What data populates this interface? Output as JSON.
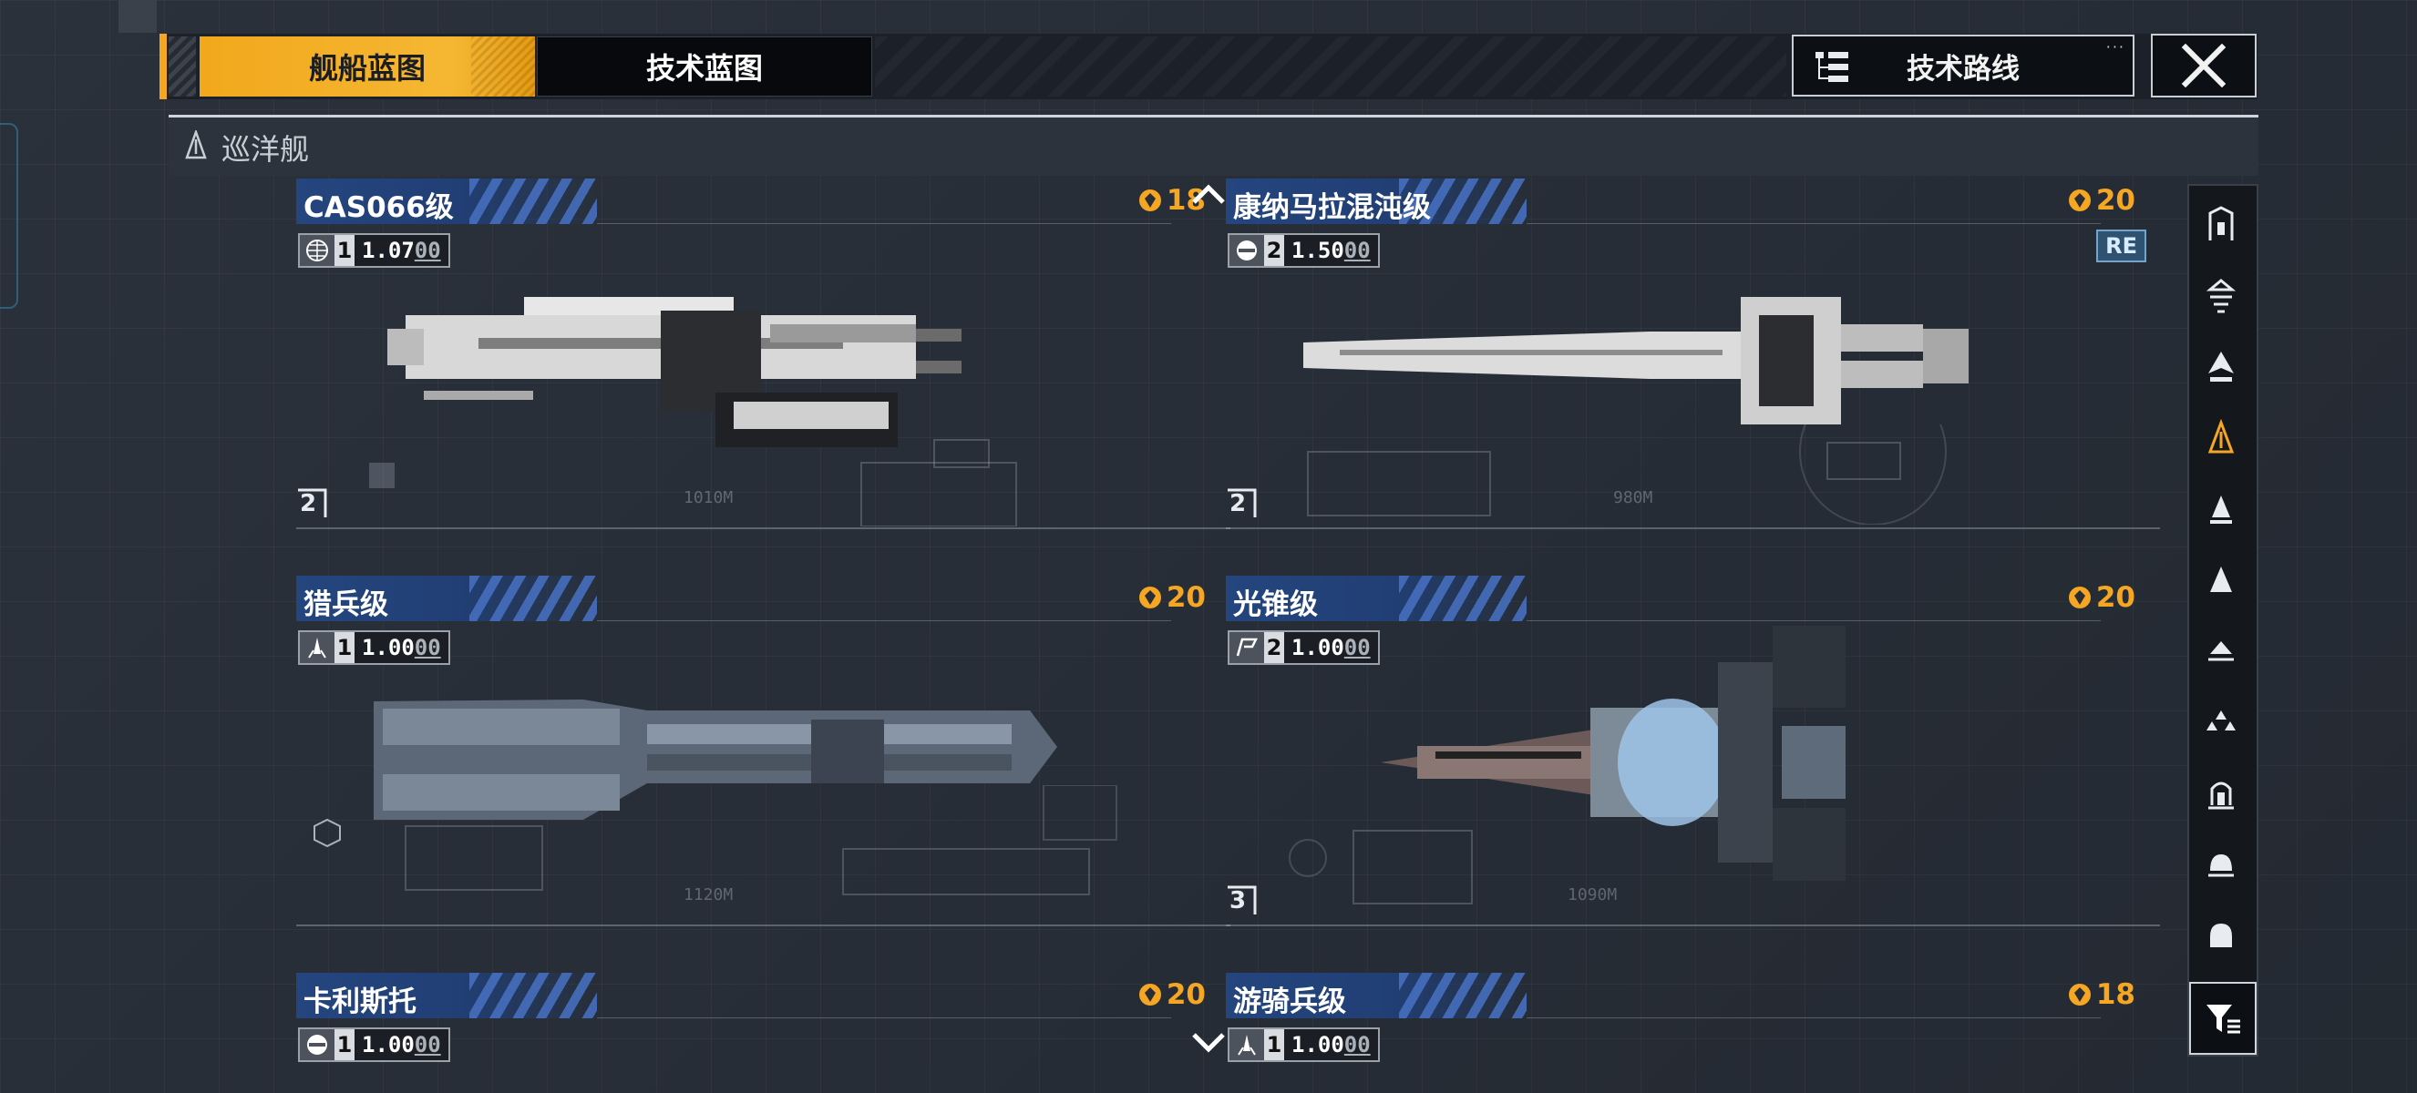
{
  "tabs": [
    {
      "label": "舰船蓝图",
      "active": true
    },
    {
      "label": "技术蓝图",
      "active": false
    }
  ],
  "tech_route_label": "技术路线",
  "category": {
    "label": "巡洋舰",
    "icon": "cruiser-icon"
  },
  "ships": [
    {
      "name": "CAS066级",
      "cost": "18",
      "level": "1",
      "value": "1.07",
      "value_tail": "00",
      "tier": "2",
      "length": "1010M",
      "badge": "",
      "stat_icon": "globe-icon"
    },
    {
      "name": "康纳马拉混沌级",
      "cost": "20",
      "level": "2",
      "value": "1.50",
      "value_tail": "00",
      "tier": "2",
      "length": "980M",
      "badge": "RE",
      "stat_icon": "stealth-icon"
    },
    {
      "name": "猎兵级",
      "cost": "20",
      "level": "1",
      "value": "1.00",
      "value_tail": "00",
      "tier": "",
      "length": "1120M",
      "badge": "",
      "stat_icon": "rocket-icon"
    },
    {
      "name": "光锥级",
      "cost": "20",
      "level": "2",
      "value": "1.00",
      "value_tail": "00",
      "tier": "3",
      "length": "1090M",
      "badge": "",
      "stat_icon": "flag-icon"
    },
    {
      "name": "卡利斯托",
      "cost": "20",
      "level": "1",
      "value": "1.00",
      "value_tail": "00",
      "tier": "",
      "length": "",
      "badge": "",
      "stat_icon": "stealth-icon"
    },
    {
      "name": "游骑兵级",
      "cost": "18",
      "level": "1",
      "value": "1.00",
      "value_tail": "00",
      "tier": "",
      "length": "",
      "badge": "",
      "stat_icon": "rocket-icon"
    }
  ],
  "sidebar": {
    "items": [
      "carrier-icon",
      "battlecruiser-icon",
      "battleship-icon",
      "cruiser-icon",
      "destroyer-icon",
      "frigate-icon",
      "corvette-icon",
      "fighter-icon",
      "support-icon",
      "auxiliary-icon",
      "station-icon"
    ],
    "active_index": 3
  },
  "colors": {
    "accent": "#f5a623",
    "header_blue": "#24457e",
    "panel": "#1c2129"
  }
}
